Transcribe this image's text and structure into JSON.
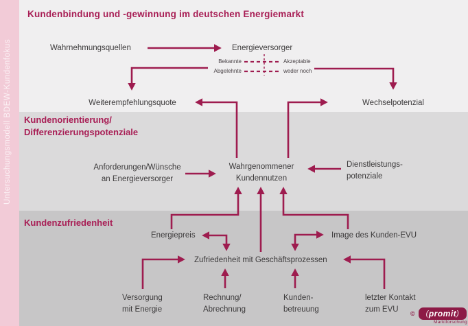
{
  "sidebar": {
    "label": "Untersuchungsmodell BDEW-Kundenfokus"
  },
  "header": {
    "title": "Kundenbindung und -gewinnung im deutschen Energiemarkt"
  },
  "top": {
    "wahrnehmungsquellen": "Wahrnehmungsquellen",
    "energieversorger": "Energieversorger",
    "legend": {
      "bekannte": "Bekannte",
      "akzeptable": "Akzeptable",
      "abgelehnte": "Abgelehnte",
      "weder_noch": "weder noch"
    },
    "weiterempfehlungsquote": "Weiterempfehlungsquote",
    "wechselpotenzial": "Wechselpotenzial"
  },
  "middle": {
    "heading_line1": "Kundenorientierung/",
    "heading_line2": "Differenzierungspotenziale",
    "anforderungen_line1": "Anforderungen/Wünsche",
    "anforderungen_line2": "an Energieversorger",
    "kundennutzen_line1": "Wahrgenommener",
    "kundennutzen_line2": "Kundennutzen",
    "dienstleistung_line1": "Dienstleistungs-",
    "dienstleistung_line2": "potenziale"
  },
  "bottom": {
    "heading": "Kundenzufriedenheit",
    "energiepreis": "Energiepreis",
    "image_evu": "Image des Kunden-EVU",
    "zufriedenheit": "Zufriedenheit mit Geschäftsprozessen",
    "versorgung_line1": "Versorgung",
    "versorgung_line2": "mit Energie",
    "rechnung_line1": "Rechnung/",
    "rechnung_line2": "Abrechnung",
    "betreuung_line1": "Kunden-",
    "betreuung_line2": "betreuung",
    "kontakt_line1": "letzter Kontakt",
    "kontakt_line2": "zum EVU"
  },
  "logo": {
    "copyright": "©",
    "name": "promit",
    "tagline": "Marktforschung"
  },
  "colors": {
    "accent_arrow": "#9e1c4f",
    "heading_red": "#a81e55",
    "sidebar_bg": "#f2cbd7",
    "sidebar_text": "#fcf1f5",
    "band_top": "#f0eff0",
    "band_middle": "#dbdadb",
    "band_bottom": "#c7c6c7",
    "body_text": "#3c3a3b",
    "logo_bg": "#8d1a46"
  }
}
